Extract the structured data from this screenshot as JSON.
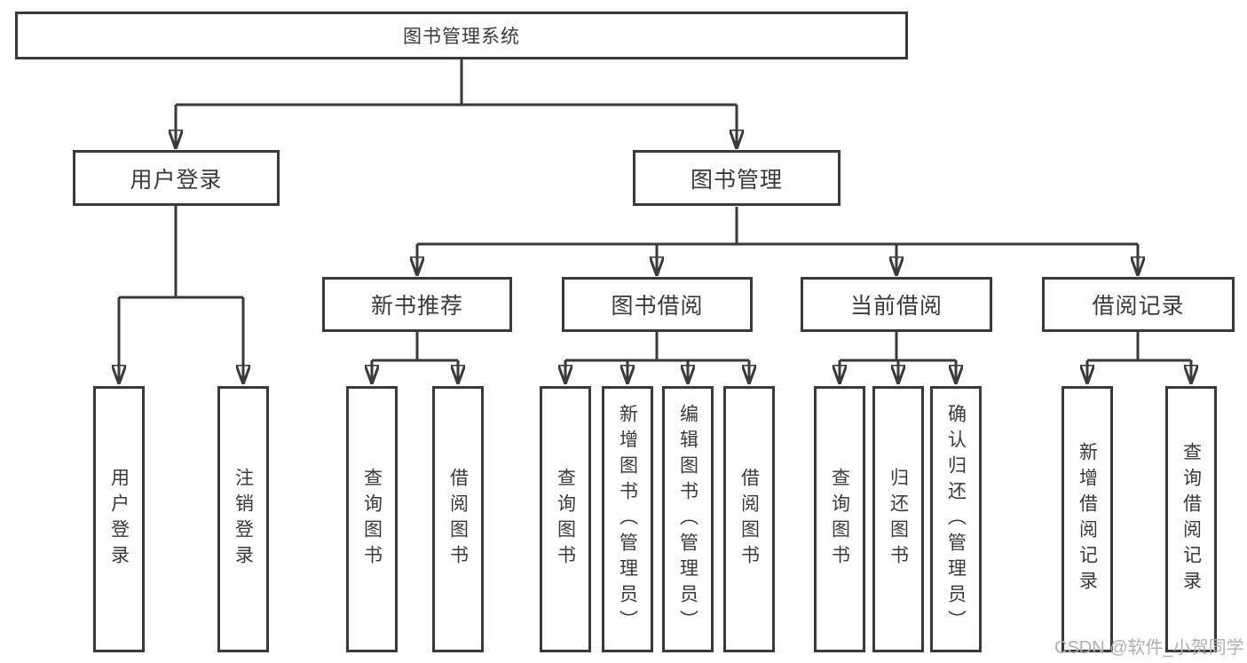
{
  "diagram": {
    "title": "图书管理系统",
    "nodes": {
      "root": "图书管理系统",
      "level2": [
        "用户登录",
        "图书管理"
      ],
      "level3": [
        "新书推荐",
        "图书借阅",
        "当前借阅",
        "借阅记录"
      ],
      "leaves": [
        "用户登录",
        "注销登录",
        "查询图书",
        "借阅图书",
        "查询图书",
        "新增图书（管理员）",
        "编辑图书（管理员）",
        "借阅图书",
        "查询图书",
        "归还图书",
        "确认归还（管理员）",
        "新增借阅记录",
        "查询借阅记录"
      ]
    },
    "watermark": "CSDN @软件_小贺同学",
    "colors": {
      "line": "#3a3a3a",
      "text": "#3a3a3a",
      "box_background": "#ffffff",
      "background": "#ffffff",
      "watermark": "#b0b0b0"
    }
  }
}
